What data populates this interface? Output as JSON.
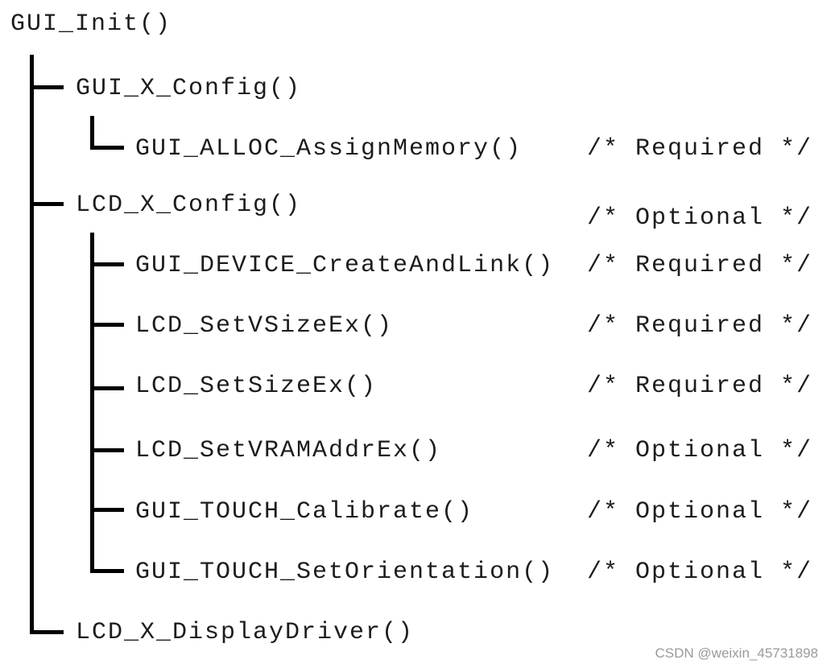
{
  "root": "GUI_Init()",
  "children": [
    {
      "label": "GUI_X_Config()",
      "comment": ""
    },
    {
      "label": "LCD_X_Config()",
      "comment": "/* Optional */"
    },
    {
      "label": "LCD_X_DisplayDriver()",
      "comment": ""
    }
  ],
  "gui_x_config_children": [
    {
      "label": "GUI_ALLOC_AssignMemory()",
      "comment": "/* Required */"
    }
  ],
  "lcd_x_config_children": [
    {
      "label": "GUI_DEVICE_CreateAndLink()",
      "comment": "/* Required */"
    },
    {
      "label": "LCD_SetVSizeEx()",
      "comment": "/* Required */"
    },
    {
      "label": "LCD_SetSizeEx()",
      "comment": "/* Required */"
    },
    {
      "label": "LCD_SetVRAMAddrEx()",
      "comment": "/* Optional */"
    },
    {
      "label": "GUI_TOUCH_Calibrate()",
      "comment": "/* Optional */"
    },
    {
      "label": "GUI_TOUCH_SetOrientation()",
      "comment": "/* Optional */"
    }
  ],
  "watermark": "CSDN @weixin_45731898",
  "colors": {
    "text": "#1c1c1c",
    "lines": "#000000",
    "watermark": "#9a9a9a"
  }
}
